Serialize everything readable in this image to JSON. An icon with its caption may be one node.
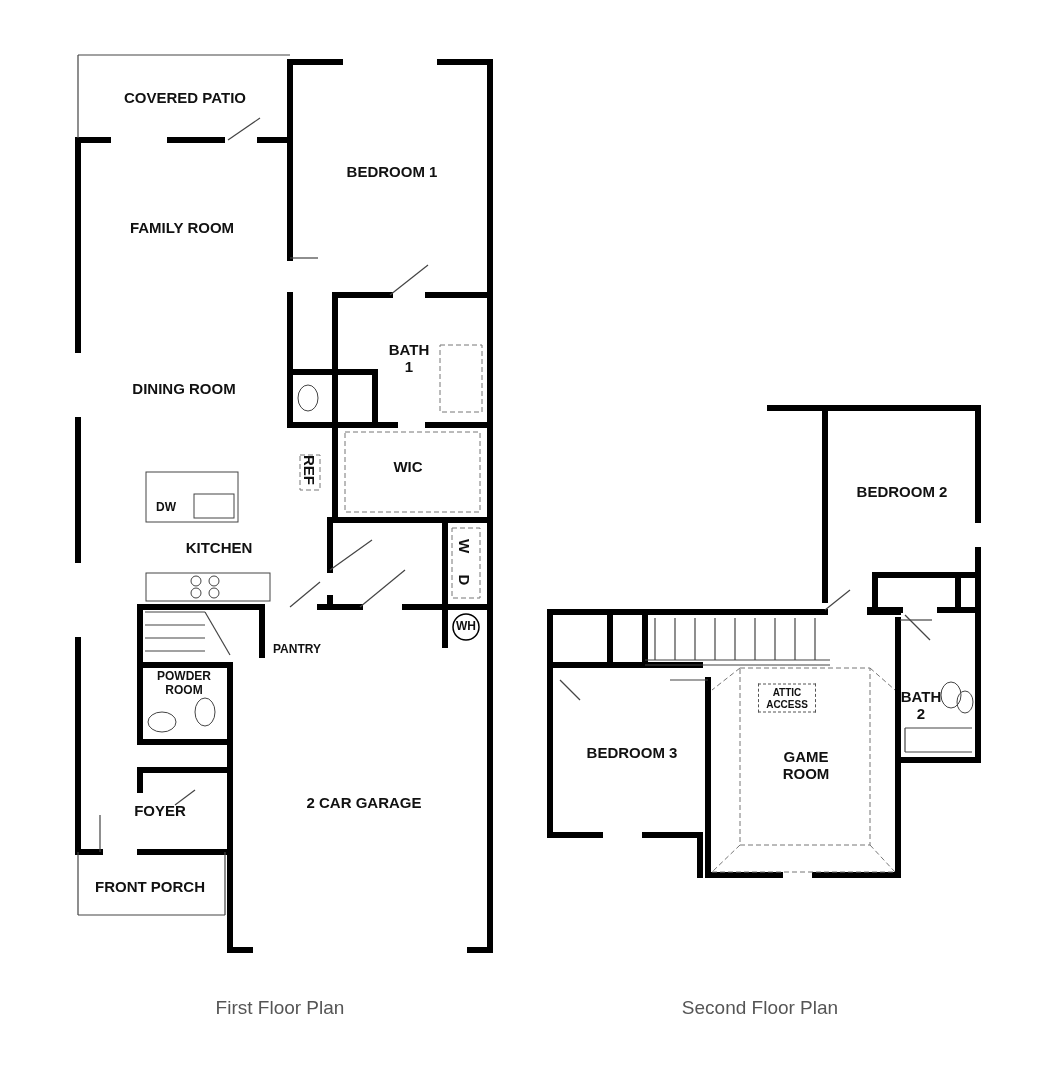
{
  "diagram": {
    "labels": [
      "COVERED PATIO",
      "BEDROOM 1",
      "FAMILY ROOM",
      "BATH 1",
      "DINING ROOM",
      "REF",
      "WIC",
      "DW",
      "KITCHEN",
      "W",
      "D",
      "WH",
      "PANTRY",
      "POWDER ROOM",
      "FOYER",
      "2 CAR GARAGE",
      "FRONT PORCH",
      "BEDROOM 2",
      "BATH 2",
      "ATTIC ACCESS",
      "BEDROOM 3",
      "GAME ROOM",
      "First Floor Plan",
      "Second Floor Plan"
    ]
  }
}
